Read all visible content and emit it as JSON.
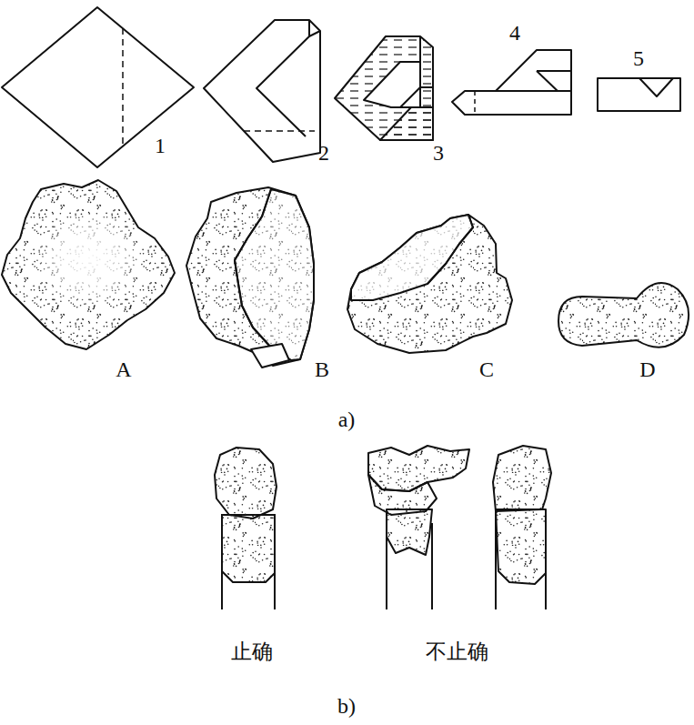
{
  "diagram": {
    "labels": [
      "1",
      "2",
      "3",
      "4",
      "5",
      "A",
      "B",
      "C",
      "D",
      "a)",
      "止确",
      "不止确",
      "b)"
    ]
  }
}
